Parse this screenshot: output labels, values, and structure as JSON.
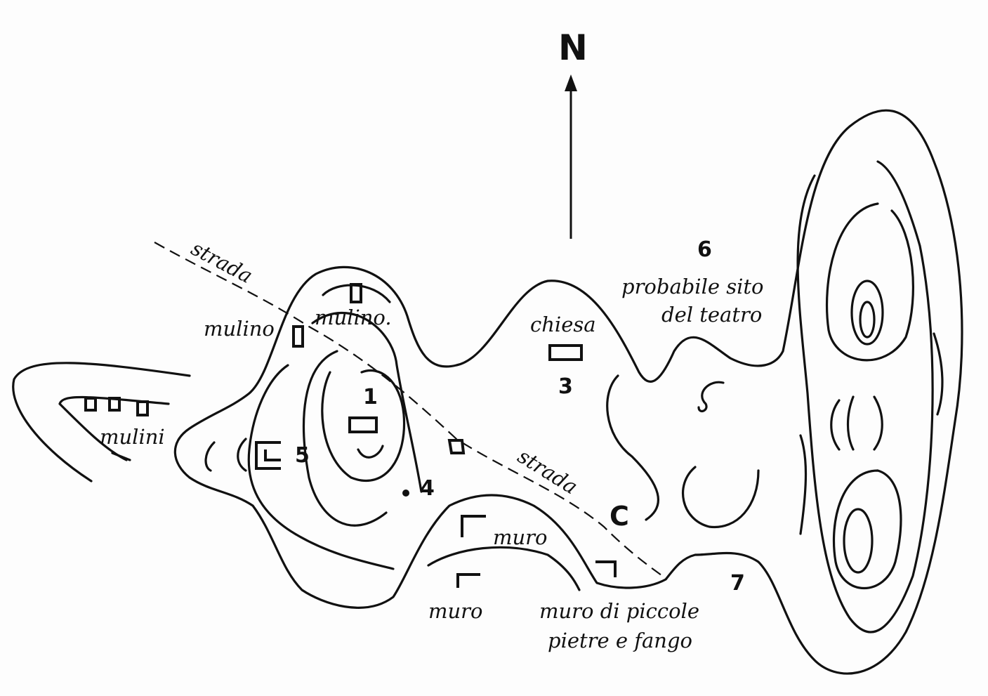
{
  "north_label": "N",
  "labels": {
    "strada_nw": "strada",
    "strada_se": "strada",
    "mulino_left": "mulino",
    "mulino_top": "mulino.",
    "mulini": "mulini",
    "chiesa": "chiesa",
    "num_1": "1",
    "num_3": "3",
    "num_4": "4",
    "num_5": "5",
    "num_6": "6",
    "num_7": "7",
    "teatro_line1": "probabile sito",
    "teatro_line2": "del teatro",
    "muro_upper": "muro",
    "muro_lower": "muro",
    "muro_fango_line1": "muro di piccole",
    "muro_fango_line2": "pietre e fango",
    "symbol_c": "C"
  }
}
